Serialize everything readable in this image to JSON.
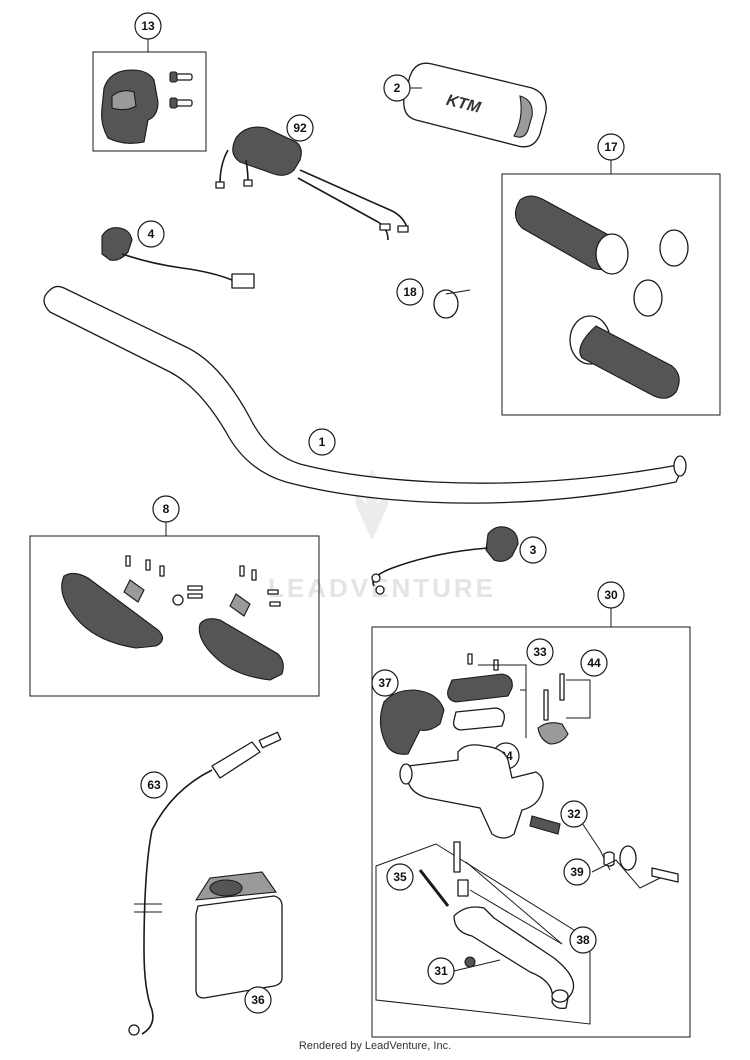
{
  "callouts": {
    "c1": "1",
    "c2": "2",
    "c3": "3",
    "c4": "4",
    "c8": "8",
    "c13": "13",
    "c17": "17",
    "c18": "18",
    "c30": "30",
    "c31": "31",
    "c32": "32",
    "c33": "33",
    "c34": "34",
    "c35": "35",
    "c36": "36",
    "c37": "37",
    "c38": "38",
    "c39": "39",
    "c44": "44",
    "c63": "63",
    "c92": "92"
  },
  "watermark": "LEADVENTURE",
  "pad_logo": "KTM",
  "footer": "Rendered by LeadVenture, Inc."
}
